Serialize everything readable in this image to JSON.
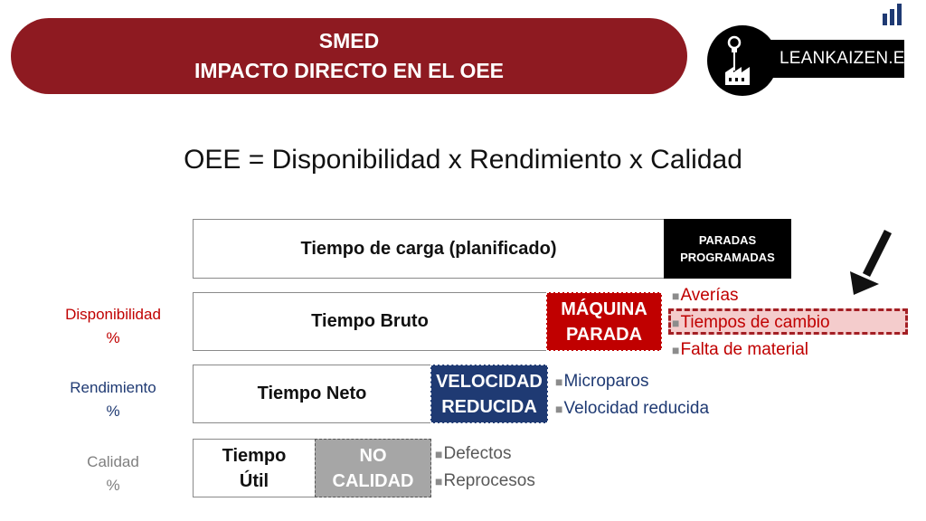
{
  "header": {
    "line1": "SMED",
    "line2": "IMPACTO DIRECTO EN EL OEE"
  },
  "logo": {
    "text": "LEANKAIZEN.ES",
    "icon": "lightbulb-factory-icon"
  },
  "formula": "OEE = Disponibilidad x Rendimiento x Calidad",
  "rows": {
    "carga": {
      "label": "Tiempo de carga (planificado)",
      "segment": [
        "PARADAS",
        "PROGRAMADAS"
      ]
    },
    "bruto": {
      "side_label": [
        "Disponibilidad",
        "%"
      ],
      "label": "Tiempo Bruto",
      "segment": [
        "MÁQUINA",
        "PARADA"
      ],
      "items": [
        "Averías",
        "Tiempos de cambio",
        "Falta de material"
      ]
    },
    "neto": {
      "side_label": [
        "Rendimiento",
        "%"
      ],
      "label": "Tiempo Neto",
      "segment": [
        "VELOCIDAD",
        "REDUCIDA"
      ],
      "items": [
        "Microparos",
        "Velocidad reducida"
      ]
    },
    "util": {
      "side_label": [
        "Calidad",
        "%"
      ],
      "label": [
        "Tiempo",
        "Útil"
      ],
      "segment": [
        "NO",
        "CALIDAD"
      ],
      "items": [
        "Defectos",
        "Reprocesos"
      ]
    }
  },
  "colors": {
    "brand_red": "#8e1a21",
    "disponibilidad": "#c00000",
    "rendimiento": "#1f3a73",
    "calidad": "#7f7f7f",
    "parada": "#c00000",
    "velocidad": "#1f3a73",
    "no_calidad": "#a6a6a6",
    "highlight": "#f4cccc"
  }
}
